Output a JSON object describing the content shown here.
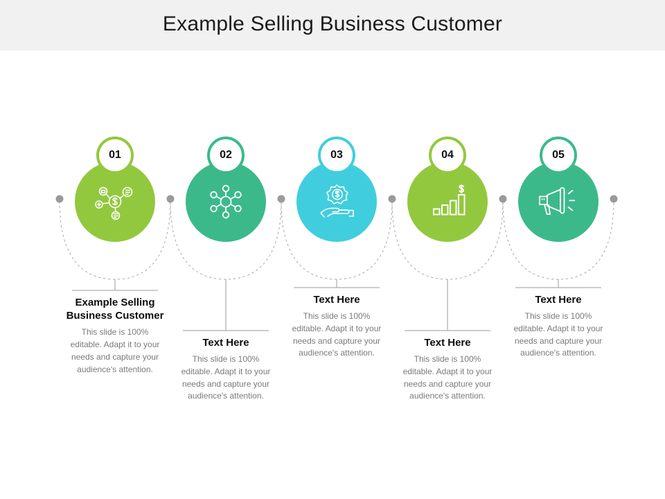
{
  "header": {
    "title": "Example Selling Business Customer",
    "band_color": "#f1f1f1"
  },
  "slide": {
    "background": "#ffffff",
    "connector_color": "#9a9a9a",
    "dot_color": "#9a9a9a",
    "stem_color": "#9a9a9a"
  },
  "body_text": "This slide is 100% editable. Adapt it to your needs and capture your audience's attention.",
  "steps": [
    {
      "number": "01",
      "color": "#92c83e",
      "icon": "money-network-icon",
      "title": "Example Selling Business Customer",
      "body": "This slide is 100% editable. Adapt it to your needs and capture your audience's attention."
    },
    {
      "number": "02",
      "color": "#3cb98a",
      "icon": "node-hub-icon",
      "title": "Text Here",
      "body": "This slide is 100% editable. Adapt it to your needs and capture your audience's attention."
    },
    {
      "number": "03",
      "color": "#40cede",
      "icon": "hand-holding-money-icon",
      "title": "Text Here",
      "body": "This slide is 100% editable. Adapt it to your needs and capture your audience's attention."
    },
    {
      "number": "04",
      "color": "#92c83e",
      "icon": "growth-bar-chart-dollar-icon",
      "title": "Text Here",
      "body": "This slide is 100% editable. Adapt it to your needs and capture your audience's attention."
    },
    {
      "number": "05",
      "color": "#3cb98a",
      "icon": "megaphone-icon",
      "title": "Text Here",
      "body": "This slide is 100% editable. Adapt it to your needs and capture your audience's attention."
    }
  ]
}
